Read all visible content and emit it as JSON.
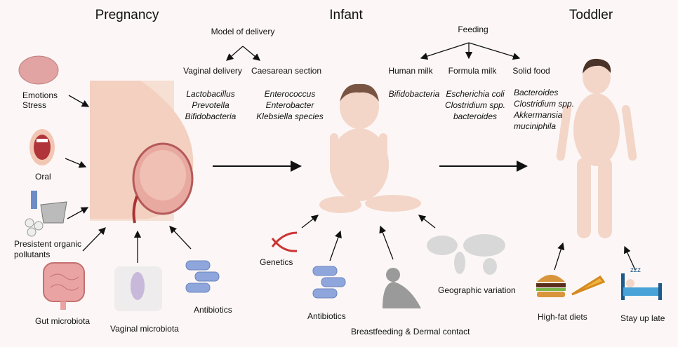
{
  "stages": {
    "pregnancy": "Pregnancy",
    "infant": "Infant",
    "toddler": "Toddler"
  },
  "delivery": {
    "title": "Model of delivery",
    "vaginal": {
      "label": "Vaginal delivery",
      "bacteria": [
        "Lactobacillus",
        "Prevotella",
        "Bifidobacteria"
      ]
    },
    "caesarean": {
      "label": "Caesarean section",
      "bacteria": [
        "Enterococcus",
        "Enterobacter",
        "Klebsiella species"
      ]
    }
  },
  "feeding": {
    "title": "Feeding",
    "human": {
      "label": "Human milk",
      "bacteria": [
        "Bifidobacteria"
      ]
    },
    "formula": {
      "label": "Formula milk",
      "bacteria": [
        "Escherichia coli",
        "Clostridium spp.",
        "bacteroides"
      ]
    },
    "solid": {
      "label": "Solid food",
      "bacteria": [
        "Bacteroides",
        "Clostridium spp.",
        "Akkermansia",
        "muciniphila"
      ]
    }
  },
  "pregnancy_factors": {
    "emotions": [
      "Emotions",
      "Stress"
    ],
    "oral": "Oral",
    "pollutants": [
      "Presistent organic",
      "pollutants"
    ],
    "gut": "Gut microbiota",
    "vaginal": "Vaginal microbiota",
    "antibiotics": "Antibiotics"
  },
  "infant_factors": {
    "genetics": "Genetics",
    "antibiotics": "Antibiotics",
    "breastfeeding": "Breastfeeding & Dermal contact",
    "geographic": "Geographic variation"
  },
  "toddler_factors": {
    "diet": "High-fat diets",
    "sleep": "Stay up late",
    "zzz": "zzz"
  },
  "colors": {
    "background": "#fcf7f6",
    "skin": "#f3d6c8",
    "hair": "#6b4a3a",
    "pill_blue": "#8ea6dc"
  }
}
